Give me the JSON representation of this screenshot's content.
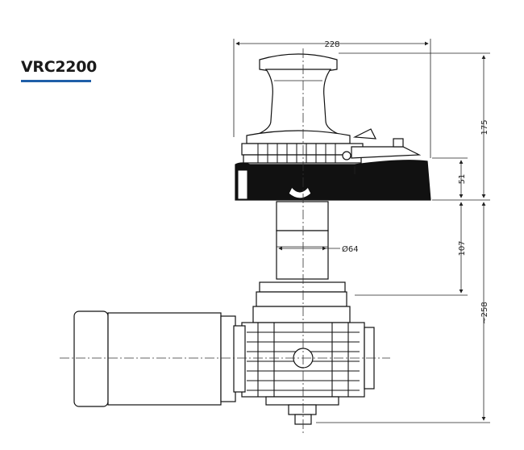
{
  "title": "VRC2200",
  "colors": {
    "accent": "#1f5fa8",
    "outline": "#111111",
    "body": "#ffffff"
  },
  "dimensions": {
    "width": "228",
    "height_top": "175",
    "height_deck": "51",
    "shaft_length": "107",
    "below_deck": "~258",
    "shaft_diameter": "Ø64"
  }
}
